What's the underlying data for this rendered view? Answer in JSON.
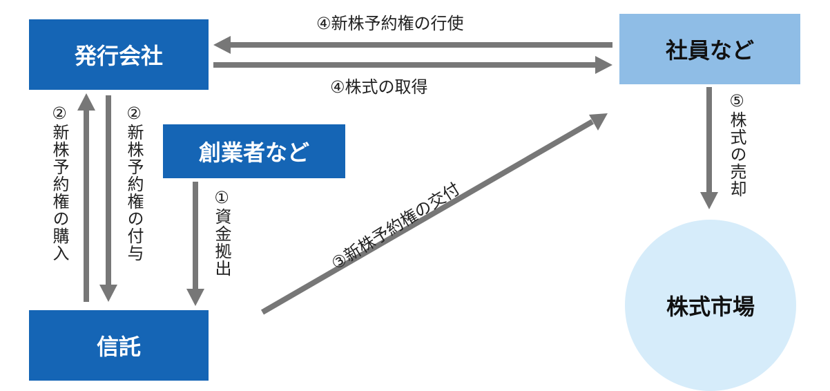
{
  "nodes": {
    "issuer": "発行会社",
    "employees": "社員など",
    "founders": "創業者など",
    "trust": "信託",
    "market": "株式市場"
  },
  "edges": {
    "exercise": "④新株予約権の行使",
    "acquire": "④株式の取得",
    "purchase": "②新株予約権の購入",
    "grant": "②新株予約権の付与",
    "fund": "①資金拠出",
    "deliver": "③新株予約権の交付",
    "sell": "⑤株式の売却"
  },
  "colors": {
    "dark_box": "#1565b5",
    "light_box": "#8fbde6",
    "circle": "#d6ecfa",
    "arrow": "#777777"
  }
}
